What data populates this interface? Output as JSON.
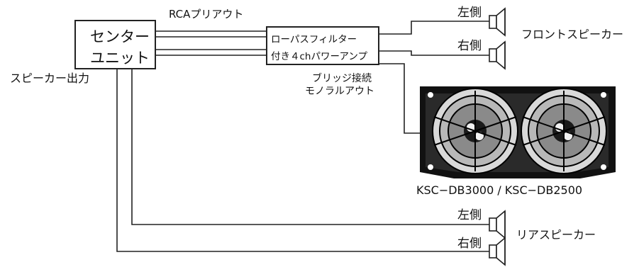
{
  "center_unit": {
    "line1": "センター",
    "line2": "ユニット"
  },
  "rca_preout_label": "RCAプリアウト",
  "amplifier": {
    "line1": "ローパスフィルター",
    "line2": "付き４chパワーアンプ"
  },
  "speaker_output_label": "スピーカー出力",
  "bridge_label": {
    "line1": "ブリッジ接続",
    "line2": "モノラルアウト"
  },
  "front_speakers": {
    "group_label": "フロントスピーカー",
    "left": "左側",
    "right": "右側"
  },
  "rear_speakers": {
    "group_label": "リアスピーカー",
    "left": "左側",
    "right": "右側"
  },
  "subwoofer": {
    "model_label": "KSC−DB3000 / KSC−DB2500"
  },
  "colors": {
    "line": "#222222",
    "background": "#ffffff",
    "enclosure": "#111111"
  },
  "icons": [
    "speaker-icon",
    "subwoofer-enclosure-icon"
  ]
}
